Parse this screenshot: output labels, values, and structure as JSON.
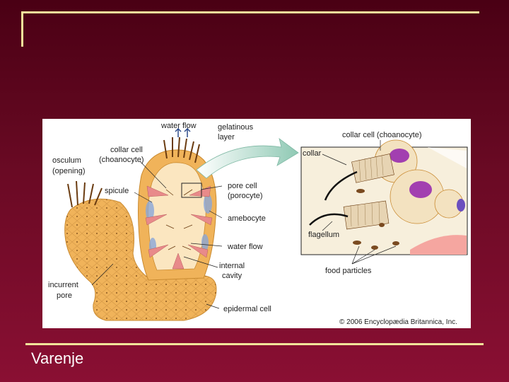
{
  "slide": {
    "title": "Varenje"
  },
  "figure": {
    "labels": {
      "water_flow_top": "water flow",
      "gelatinous_1": "gelatinous",
      "gelatinous_2": "layer",
      "collar_cell_1": "collar cell",
      "collar_cell_2": "(choanocyte)",
      "osculum_1": "osculum",
      "osculum_2": "(opening)",
      "spicule": "spicule",
      "pore_cell_1": "pore cell",
      "pore_cell_2": "(porocyte)",
      "amebocyte": "amebocyte",
      "water_flow_mid": "water flow",
      "internal_cavity_1": "internal",
      "internal_cavity_2": "cavity",
      "incurrent_pore_1": "incurrent",
      "incurrent_pore_2": "pore",
      "epidermal_cell": "epidermal cell",
      "inset_title": "collar cell (choanocyte)",
      "collar": "collar",
      "flagellum": "flagellum",
      "food_particles": "food particles"
    },
    "credit": "© 2006 Encyclopædia Britannica, Inc.",
    "colors": {
      "sponge_body": "#f0b35a",
      "sponge_dark": "#c98a30",
      "choanocyte_pink": "#e88a8a",
      "amebocyte_blue": "#8aa6d8",
      "nucleus_purple": "#a23fb0",
      "arrow_teal": "#8fc9b4"
    }
  }
}
